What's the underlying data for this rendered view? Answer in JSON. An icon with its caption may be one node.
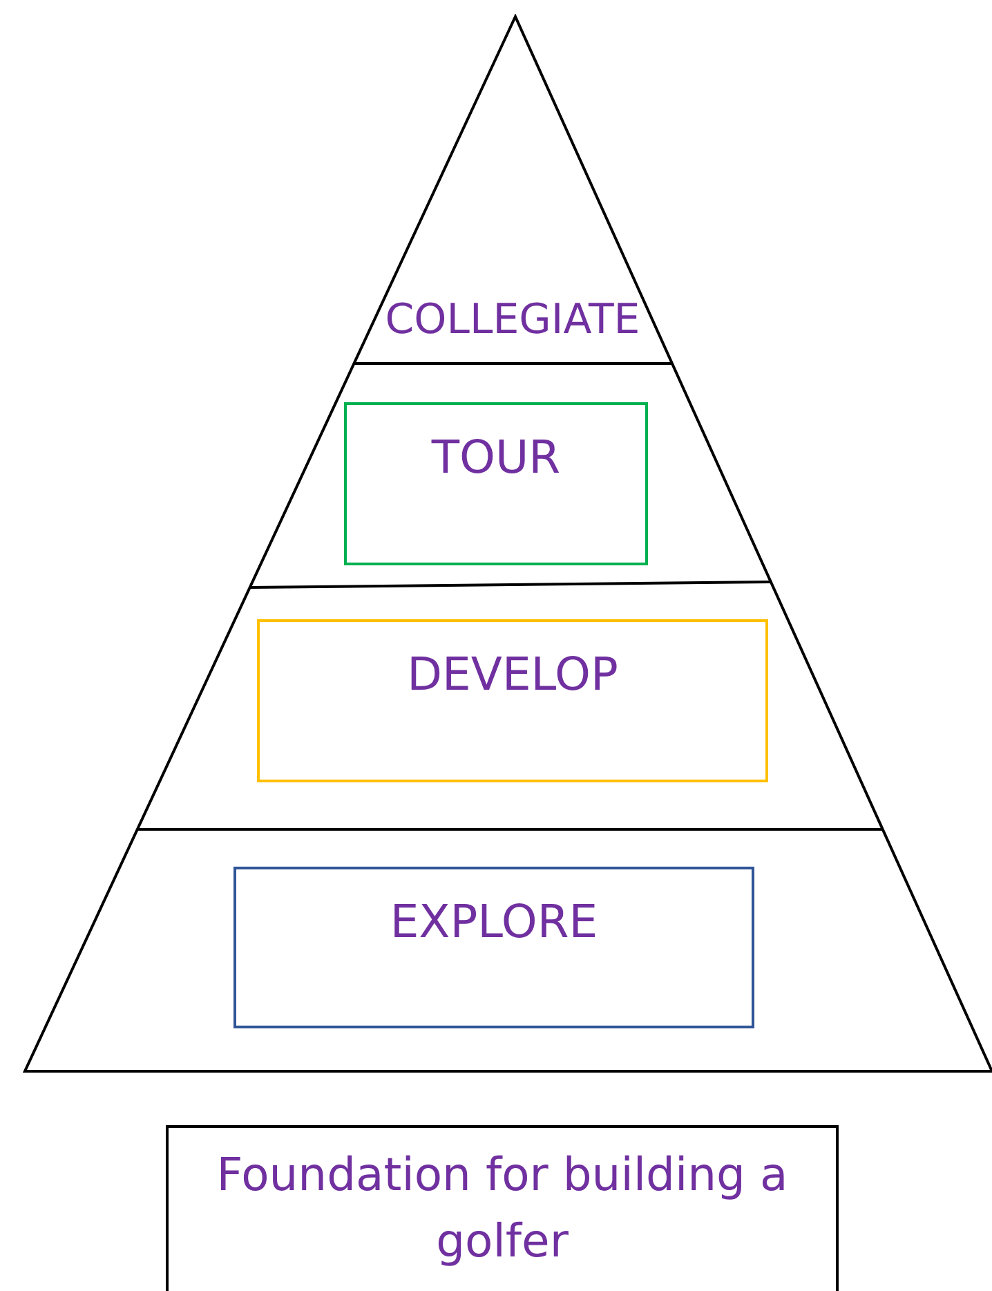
{
  "diagram": {
    "nodes": [
      {
        "text": [],
        "shape": "triangle"
      },
      {
        "text": [
          "COLLEGIATE"
        ],
        "in": 0
      },
      {
        "text": [
          "TOUR"
        ],
        "in": 0
      },
      {
        "text": [
          "DEVELOP"
        ],
        "in": 0
      },
      {
        "text": [
          "EXPLORE"
        ],
        "in": 0
      },
      {
        "text": [
          "Foundation for building a golfer"
        ]
      }
    ]
  }
}
